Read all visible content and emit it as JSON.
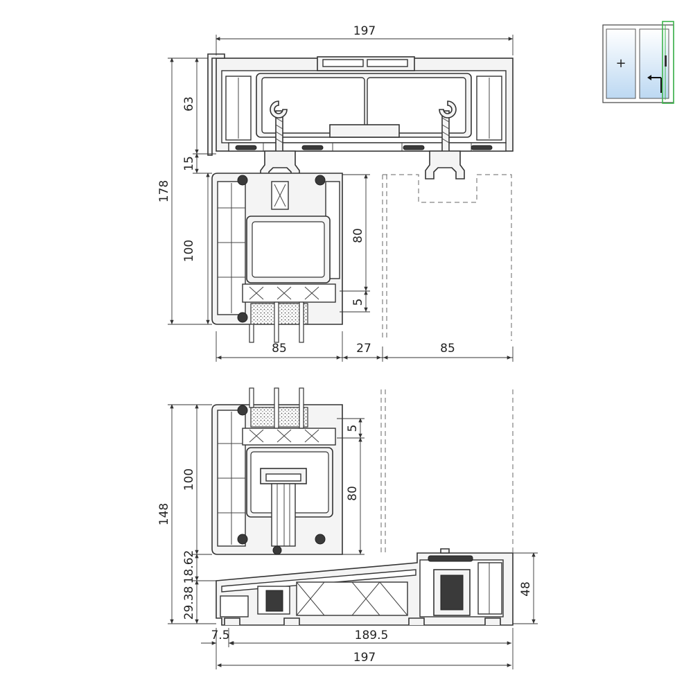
{
  "dimensions": {
    "top_width": "197",
    "top_total_height": "178",
    "top_frame_height": "63",
    "top_gap": "15",
    "top_sash_height": "100",
    "top_glass_80": "80",
    "top_glass_5": "5",
    "top_sash_width": "85",
    "top_overlap": "27",
    "top_second_sash_width": "85",
    "bottom_total_height": "148",
    "bottom_sash_height": "100",
    "bottom_glass_80": "80",
    "bottom_glass_5": "5",
    "bottom_offset_1862": "18.62",
    "bottom_track_2938": "29.38",
    "bottom_right_height": "48",
    "bottom_left_offset": "7.5",
    "bottom_track_width": "189.5",
    "bottom_width": "197"
  },
  "thumbnail_icons": {
    "fixed_pane_symbol": "+",
    "sliding_symbol": "arrow-left-icon"
  },
  "colors": {
    "line": "#333333",
    "highlight": "#3cb44b",
    "glass": "#cfe3f5"
  }
}
